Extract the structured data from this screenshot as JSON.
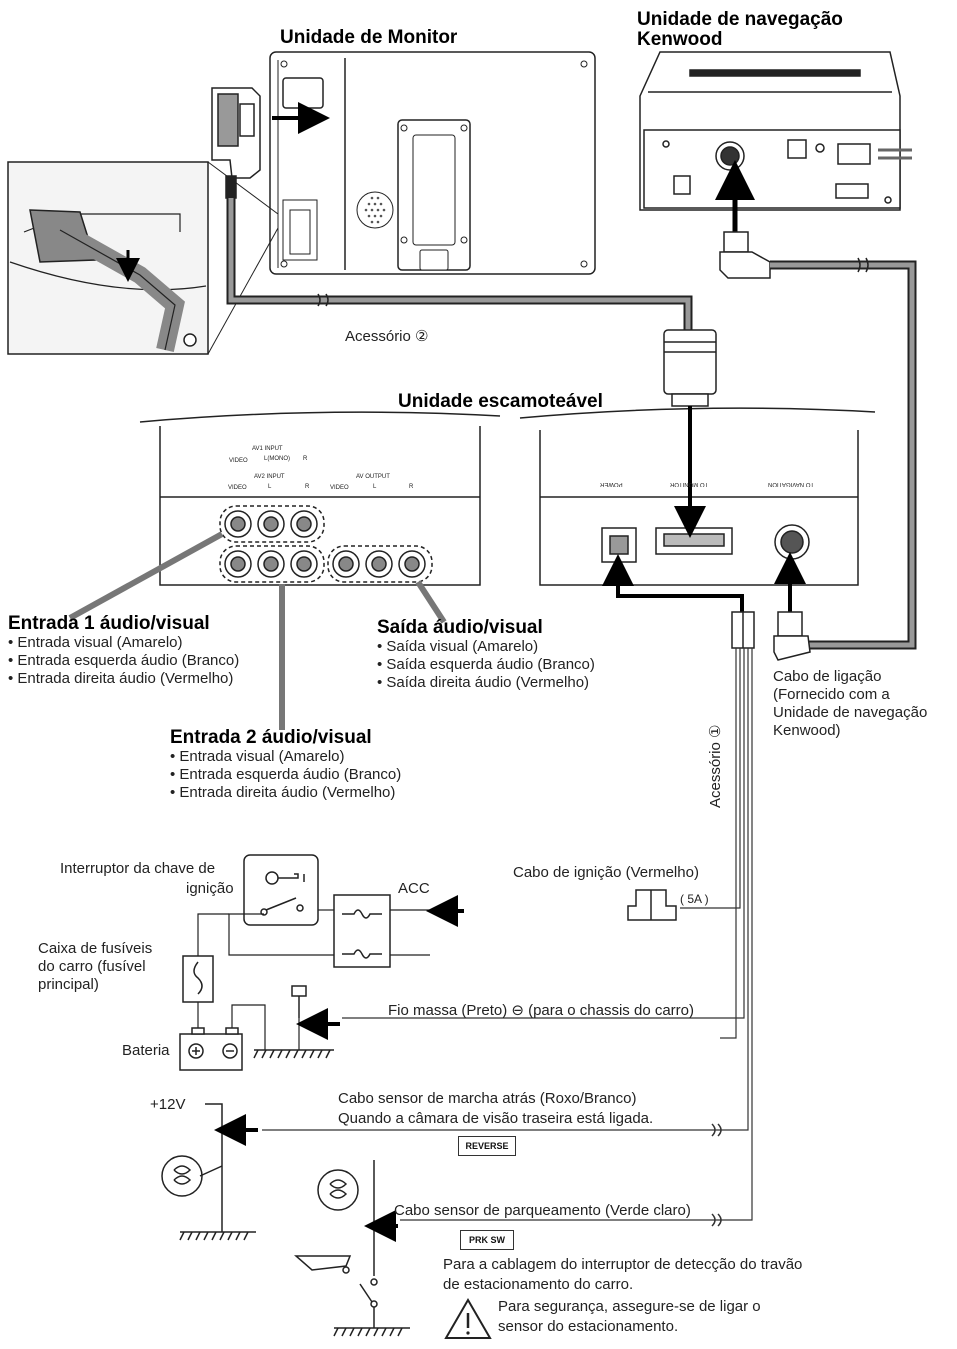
{
  "titles": {
    "monitor_unit": "Unidade de Monitor",
    "nav_unit_line1": "Unidade de navegação",
    "nav_unit_line2": "Kenwood",
    "hideaway_unit": "Unidade escamoteável"
  },
  "accessory2": "Acessório ②",
  "accessory1": "Acessório ①",
  "av_panel": {
    "av1_input": "AV1 INPUT",
    "av2_input": "AV2 INPUT",
    "av_output": "AV OUTPUT",
    "video": "VIDEO",
    "l_mono": "L(MONO)",
    "l": "L",
    "r": "R"
  },
  "hideaway_ports": {
    "power": "POWER",
    "to_monitor": "TO MONITOR",
    "to_navigation": "TO NAVIGATION"
  },
  "av_in1": {
    "title": "Entrada 1 áudio/visual",
    "items": [
      "• Entrada visual (Amarelo)",
      "• Entrada esquerda áudio (Branco)",
      "• Entrada direita áudio (Vermelho)"
    ]
  },
  "av_in2": {
    "title": "Entrada 2 áudio/visual",
    "items": [
      "• Entrada visual (Amarelo)",
      "• Entrada esquerda áudio (Branco)",
      "• Entrada direita áudio (Vermelho)"
    ]
  },
  "av_out": {
    "title": "Saída áudio/visual",
    "items": [
      "• Saída visual (Amarelo)",
      "• Saída esquerda áudio (Branco)",
      "• Saída direita áudio (Vermelho)"
    ]
  },
  "link_cable": {
    "lines": [
      "Cabo de ligação",
      "(Fornecido com a",
      "Unidade de navegação",
      "Kenwood)"
    ]
  },
  "ignition_switch": {
    "line1": "Interruptor da chave de",
    "line2": "ignição"
  },
  "acc": "ACC",
  "ignition_cable": "Cabo de ignição (Vermelho)",
  "fuse_rating": "( 5A )",
  "fuse_box": {
    "lines": [
      "Caixa de fusíveis",
      "do carro (fusível",
      "principal)"
    ]
  },
  "battery": "Bateria",
  "ground_wire": "Fio massa (Preto) ⊖ (para o chassis do carro)",
  "reverse_cable": {
    "line1": "Cabo sensor de marcha atrás (Roxo/Branco)",
    "line2": "Quando a câmara de visão traseira está ligada."
  },
  "plus12v": "+12V",
  "reverse_tag": "REVERSE",
  "parking_cable": "Cabo sensor de parqueamento (Verde claro)",
  "prk_tag": "PRK SW",
  "parking_note": {
    "line1": "Para a cablagem do interruptor de detecção do travão",
    "line2": "de estacionamento do carro."
  },
  "safety_note": {
    "line1": "Para segurança, assegure-se de ligar o",
    "line2": "sensor do estacionamento."
  }
}
